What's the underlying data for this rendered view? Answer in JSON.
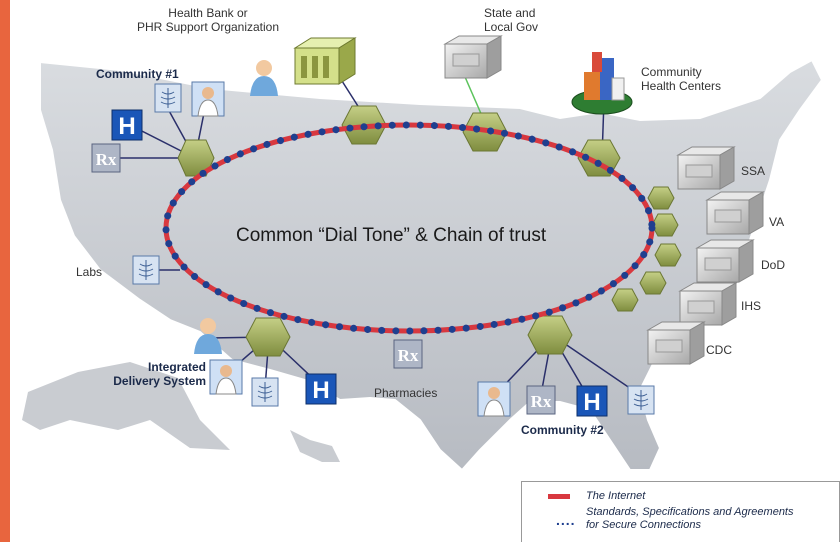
{
  "diagram": {
    "center_text": "Common “Dial Tone” & Chain of trust",
    "nodes": {
      "health_bank": "Health Bank or\nPHR Support Organization",
      "state_gov": "State and\nLocal Gov",
      "community_health": "Community\nHealth Centers",
      "community1": "Community #1",
      "labs": "Labs",
      "integrated": "Integrated\nDelivery System",
      "pharmacies": "Pharmacies",
      "community2": "Community #2",
      "ssa": "SSA",
      "va": "VA",
      "dod": "DoD",
      "ihs": "IHS",
      "cdc": "CDC"
    },
    "icons": {
      "hospital": "H",
      "rx": "Rx"
    },
    "colors": {
      "ring": "#d8383f",
      "dots": "#1f3f8f",
      "map": "#c9ccd1",
      "hex": "#9aa85a"
    }
  },
  "legend": {
    "internet": "The Internet",
    "standards": "Standards, Specifications and Agreements\nfor Secure Connections"
  }
}
